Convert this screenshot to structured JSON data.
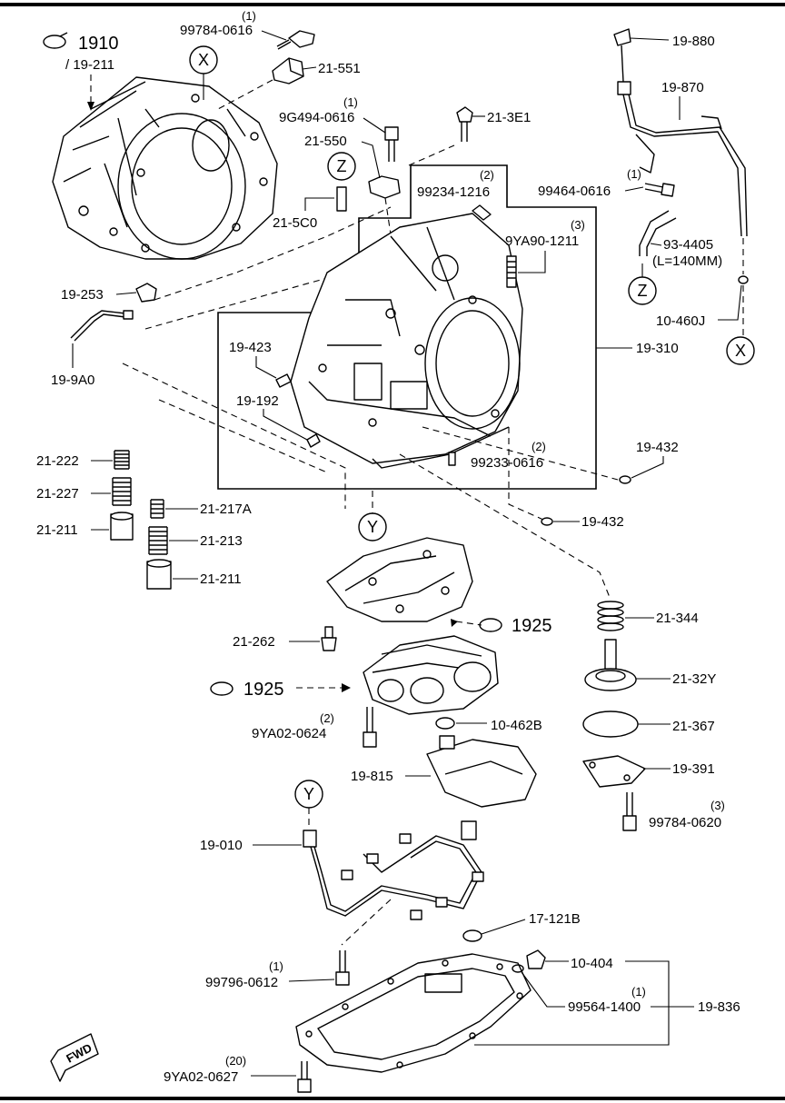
{
  "title_group": {
    "ref": "1910",
    "sub": "/ 19-211"
  },
  "ref_1925_a": "1925",
  "ref_1925_b": "1925",
  "markers": {
    "x": "X",
    "y": "Y",
    "z": "Z"
  },
  "fwd": "FWD",
  "parts": {
    "p99784_0616": {
      "qty": "(1)",
      "num": "99784-0616"
    },
    "p21_551": "21-551",
    "p9G494_0616": {
      "qty": "(1)",
      "num": "9G494-0616"
    },
    "p21_3E1": "21-3E1",
    "p21_550": "21-550",
    "p21_5C0": "21-5C0",
    "p99234_1216": {
      "qty": "(2)",
      "num": "99234-1216"
    },
    "p9YA90_1211": {
      "qty": "(3)",
      "num": "9YA90-1211"
    },
    "p19_880": "19-880",
    "p19_870": "19-870",
    "p99464_0616": {
      "qty": "(1)",
      "num": "99464-0616"
    },
    "p93_4405": {
      "num": "93-4405",
      "note": "(L=140MM)"
    },
    "p19_253": "19-253",
    "p10_460J": "10-460J",
    "p19_9A0": "19-9A0",
    "p19_423": "19-423",
    "p19_310": "19-310",
    "p19_192": "19-192",
    "p19_432_a": "19-432",
    "p99233_0616": {
      "qty": "(2)",
      "num": "99233-0616"
    },
    "p21_222": "21-222",
    "p21_227": "21-227",
    "p21_211_a": "21-211",
    "p21_217A": "21-217A",
    "p21_213": "21-213",
    "p21_211_b": "21-211",
    "p19_432_b": "19-432",
    "p21_344": "21-344",
    "p21_262": "21-262",
    "p21_32Y": "21-32Y",
    "p9YA02_0624": {
      "qty": "(2)",
      "num": "9YA02-0624"
    },
    "p10_462B": "10-462B",
    "p21_367": "21-367",
    "p19_815": "19-815",
    "p19_391": "19-391",
    "p99784_0620": {
      "qty": "(3)",
      "num": "99784-0620"
    },
    "p19_010": "19-010",
    "p17_121B": "17-121B",
    "p99796_0612": {
      "qty": "(1)",
      "num": "99796-0612"
    },
    "p10_404": "10-404",
    "p99564_1400": {
      "qty": "(1)",
      "num": "99564-1400"
    },
    "p19_836": "19-836",
    "p9YA02_0627": {
      "qty": "(20)",
      "num": "9YA02-0627"
    }
  }
}
